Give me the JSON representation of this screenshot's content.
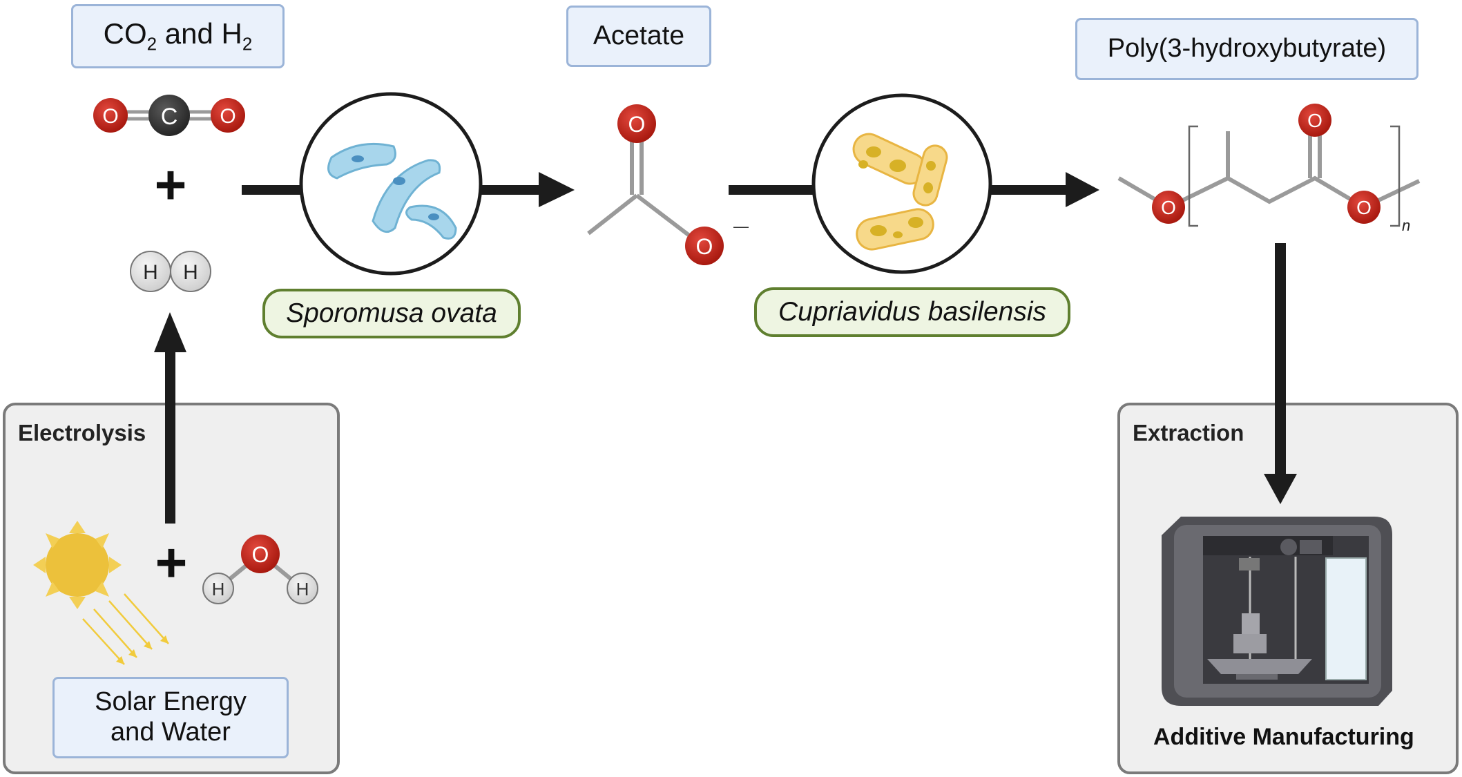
{
  "labels": {
    "co2_h2": {
      "co2_main": "CO",
      "co2_sub": "2",
      "and": " and H",
      "h2_sub": "2"
    },
    "acetate": "Acetate",
    "phb": "Poly(3-hydroxybutyrate)",
    "sporomusa": "Sporomusa ovata",
    "cupriavidus": "Cupriavidus basilensis",
    "solar_line1": "Solar Energy",
    "solar_line2": "and Water",
    "additive": "Additive Manufacturing"
  },
  "panels": {
    "electrolysis": "Electrolysis",
    "extraction": "Extraction"
  },
  "plus_sign": "+",
  "atoms": {
    "o": "O",
    "c": "C",
    "h": "H"
  },
  "polymer_repeat": "n",
  "charge": "—",
  "colors": {
    "label_fill": "#eaf1fb",
    "label_border": "#9bb4d8",
    "pill_fill": "#eef5e2",
    "pill_border": "#5f7f2f",
    "panel_fill": "#efefef",
    "panel_border": "#7a7a7a",
    "oxygen": "#c8281e",
    "carbon": "#3a3a3a",
    "hydrogen": "#e4e4e4",
    "bond": "#9a9a9a",
    "arrow": "#1c1c1c",
    "sun": "#e8c13c",
    "blue_bacteria": "#8fc7e2",
    "yellow_bacteria": "#f4cf70"
  },
  "icons": [
    "sporomusa-bacteria-icon",
    "cupriavidus-bacteria-icon",
    "sun-icon",
    "3d-printer-icon"
  ]
}
